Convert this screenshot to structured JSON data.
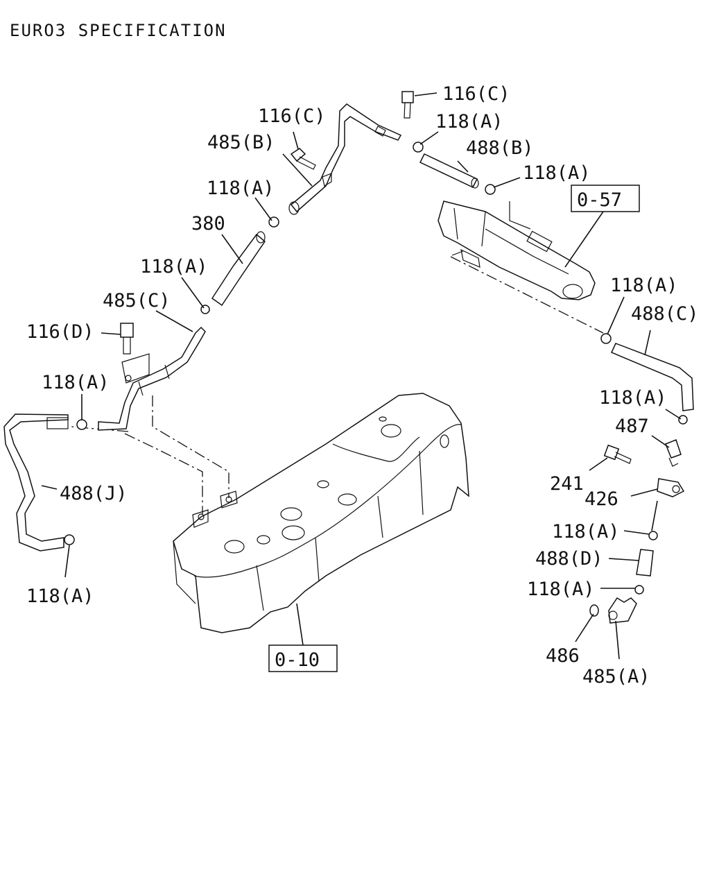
{
  "title": "EURO3 SPECIFICATION",
  "references": {
    "cooler": "0-57",
    "cover": "0-10"
  },
  "callouts": {
    "c01": "116(C)",
    "c02": "116(C)",
    "c03": "118(A)",
    "c04": "485(B)",
    "c05": "488(B)",
    "c06": "118(A)",
    "c07": "118(A)",
    "c08": "380",
    "c09": "118(A)",
    "c10": "485(C)",
    "c11": "116(D)",
    "c12": "118(A)",
    "c13": "488(J)",
    "c14": "118(A)",
    "c15": "118(A)",
    "c16": "488(C)",
    "c17": "118(A)",
    "c18": "487",
    "c19": "241",
    "c20": "426",
    "c21": "118(A)",
    "c22": "488(D)",
    "c23": "118(A)",
    "c24": "486",
    "c25": "485(A)"
  }
}
